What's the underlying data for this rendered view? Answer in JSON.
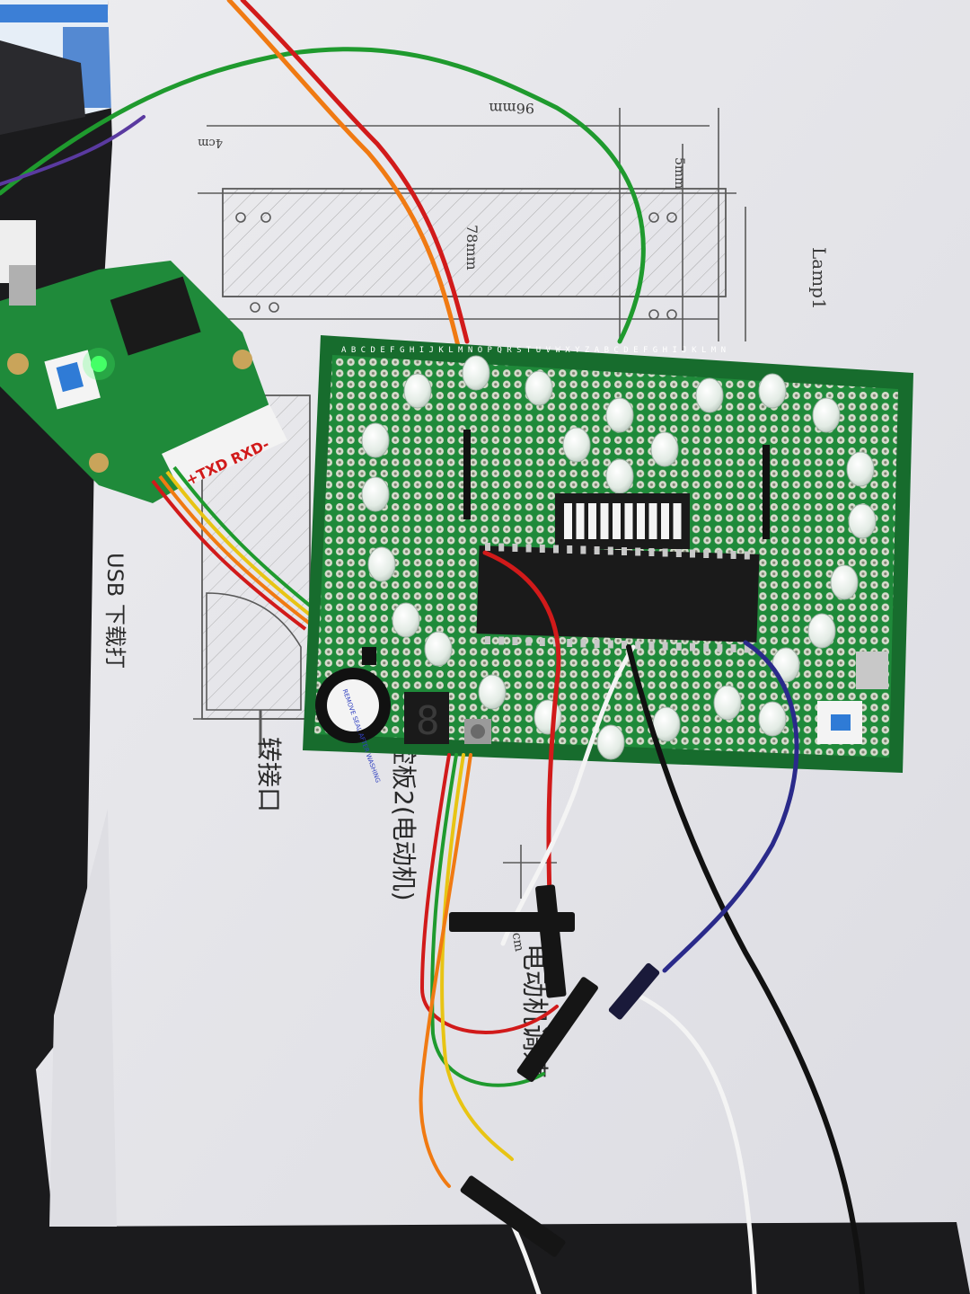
{
  "photo": {
    "subject": "",
    "colors": {
      "desk": "#1b1b1d",
      "paper": "#e8e8ec",
      "pcb": "#1f8a3a",
      "pcb_dark": "#176c2d",
      "chip": "#1a1a1a",
      "led_off": "#e4ece6",
      "wire_red": "#d11a1a",
      "wire_green": "#1f9a2e",
      "wire_yellow": "#e8c414",
      "wire_orange": "#f07a12",
      "wire_blue": "#2a2a8a",
      "wire_black": "#111111",
      "wire_white": "#f4f4f4"
    },
    "sketch_labels": {
      "dim_top": "96mm",
      "dim_side": "78mm",
      "dim_small": "5mm",
      "lamp": "Lamp1",
      "dim_mid": "4cm",
      "dim_low": "25cm"
    },
    "handwriting": {
      "usb_note": "USB 下载打",
      "interface": "转接口",
      "board_note": "主控板2(电动机)",
      "motor_note": "电动机调速"
    },
    "components": {
      "buzzer_text": "REMOVE SEAL AFTER WASHING",
      "adapter_text": "+TXD RXD-",
      "seven_segment": "8"
    }
  }
}
